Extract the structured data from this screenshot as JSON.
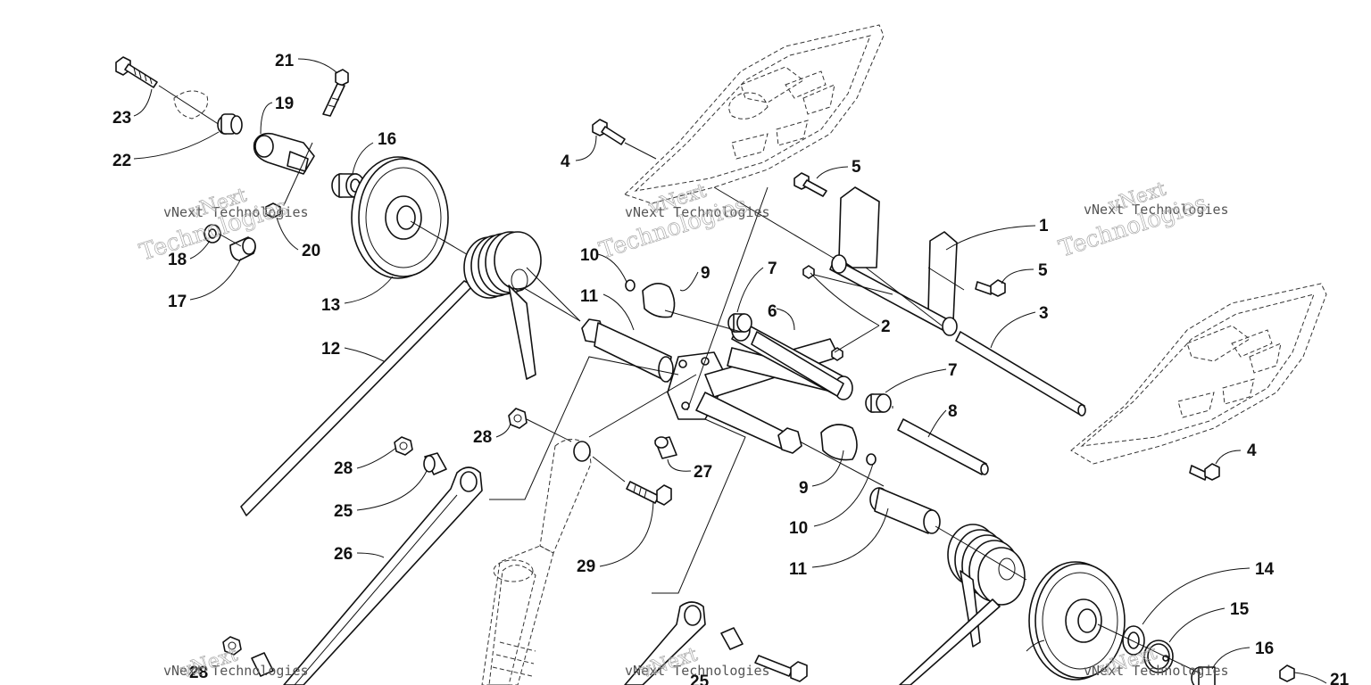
{
  "callouts": {
    "c1": "1",
    "c2": "2",
    "c3": "3",
    "c4a": "4",
    "c4b": "4",
    "c5a": "5",
    "c5b": "5",
    "c6": "6",
    "c7a": "7",
    "c7b": "7",
    "c8": "8",
    "c9a": "9",
    "c9b": "9",
    "c10a": "10",
    "c10b": "10",
    "c11a": "11",
    "c11b": "11",
    "c12": "12",
    "c13": "13",
    "c14": "14",
    "c15": "15",
    "c16a": "16",
    "c16b": "16",
    "c17": "17",
    "c18": "18",
    "c19": "19",
    "c20": "20",
    "c21a": "21",
    "c21b": "21",
    "c22": "22",
    "c23": "23",
    "c25a": "25",
    "c25b": "25",
    "c26": "26",
    "c27": "27",
    "c28a": "28",
    "c28b": "28",
    "c28c": "28",
    "c29": "29"
  },
  "watermarks": {
    "brand": "vNext Technologies",
    "line1": "vNext",
    "line2": "Technologies"
  }
}
